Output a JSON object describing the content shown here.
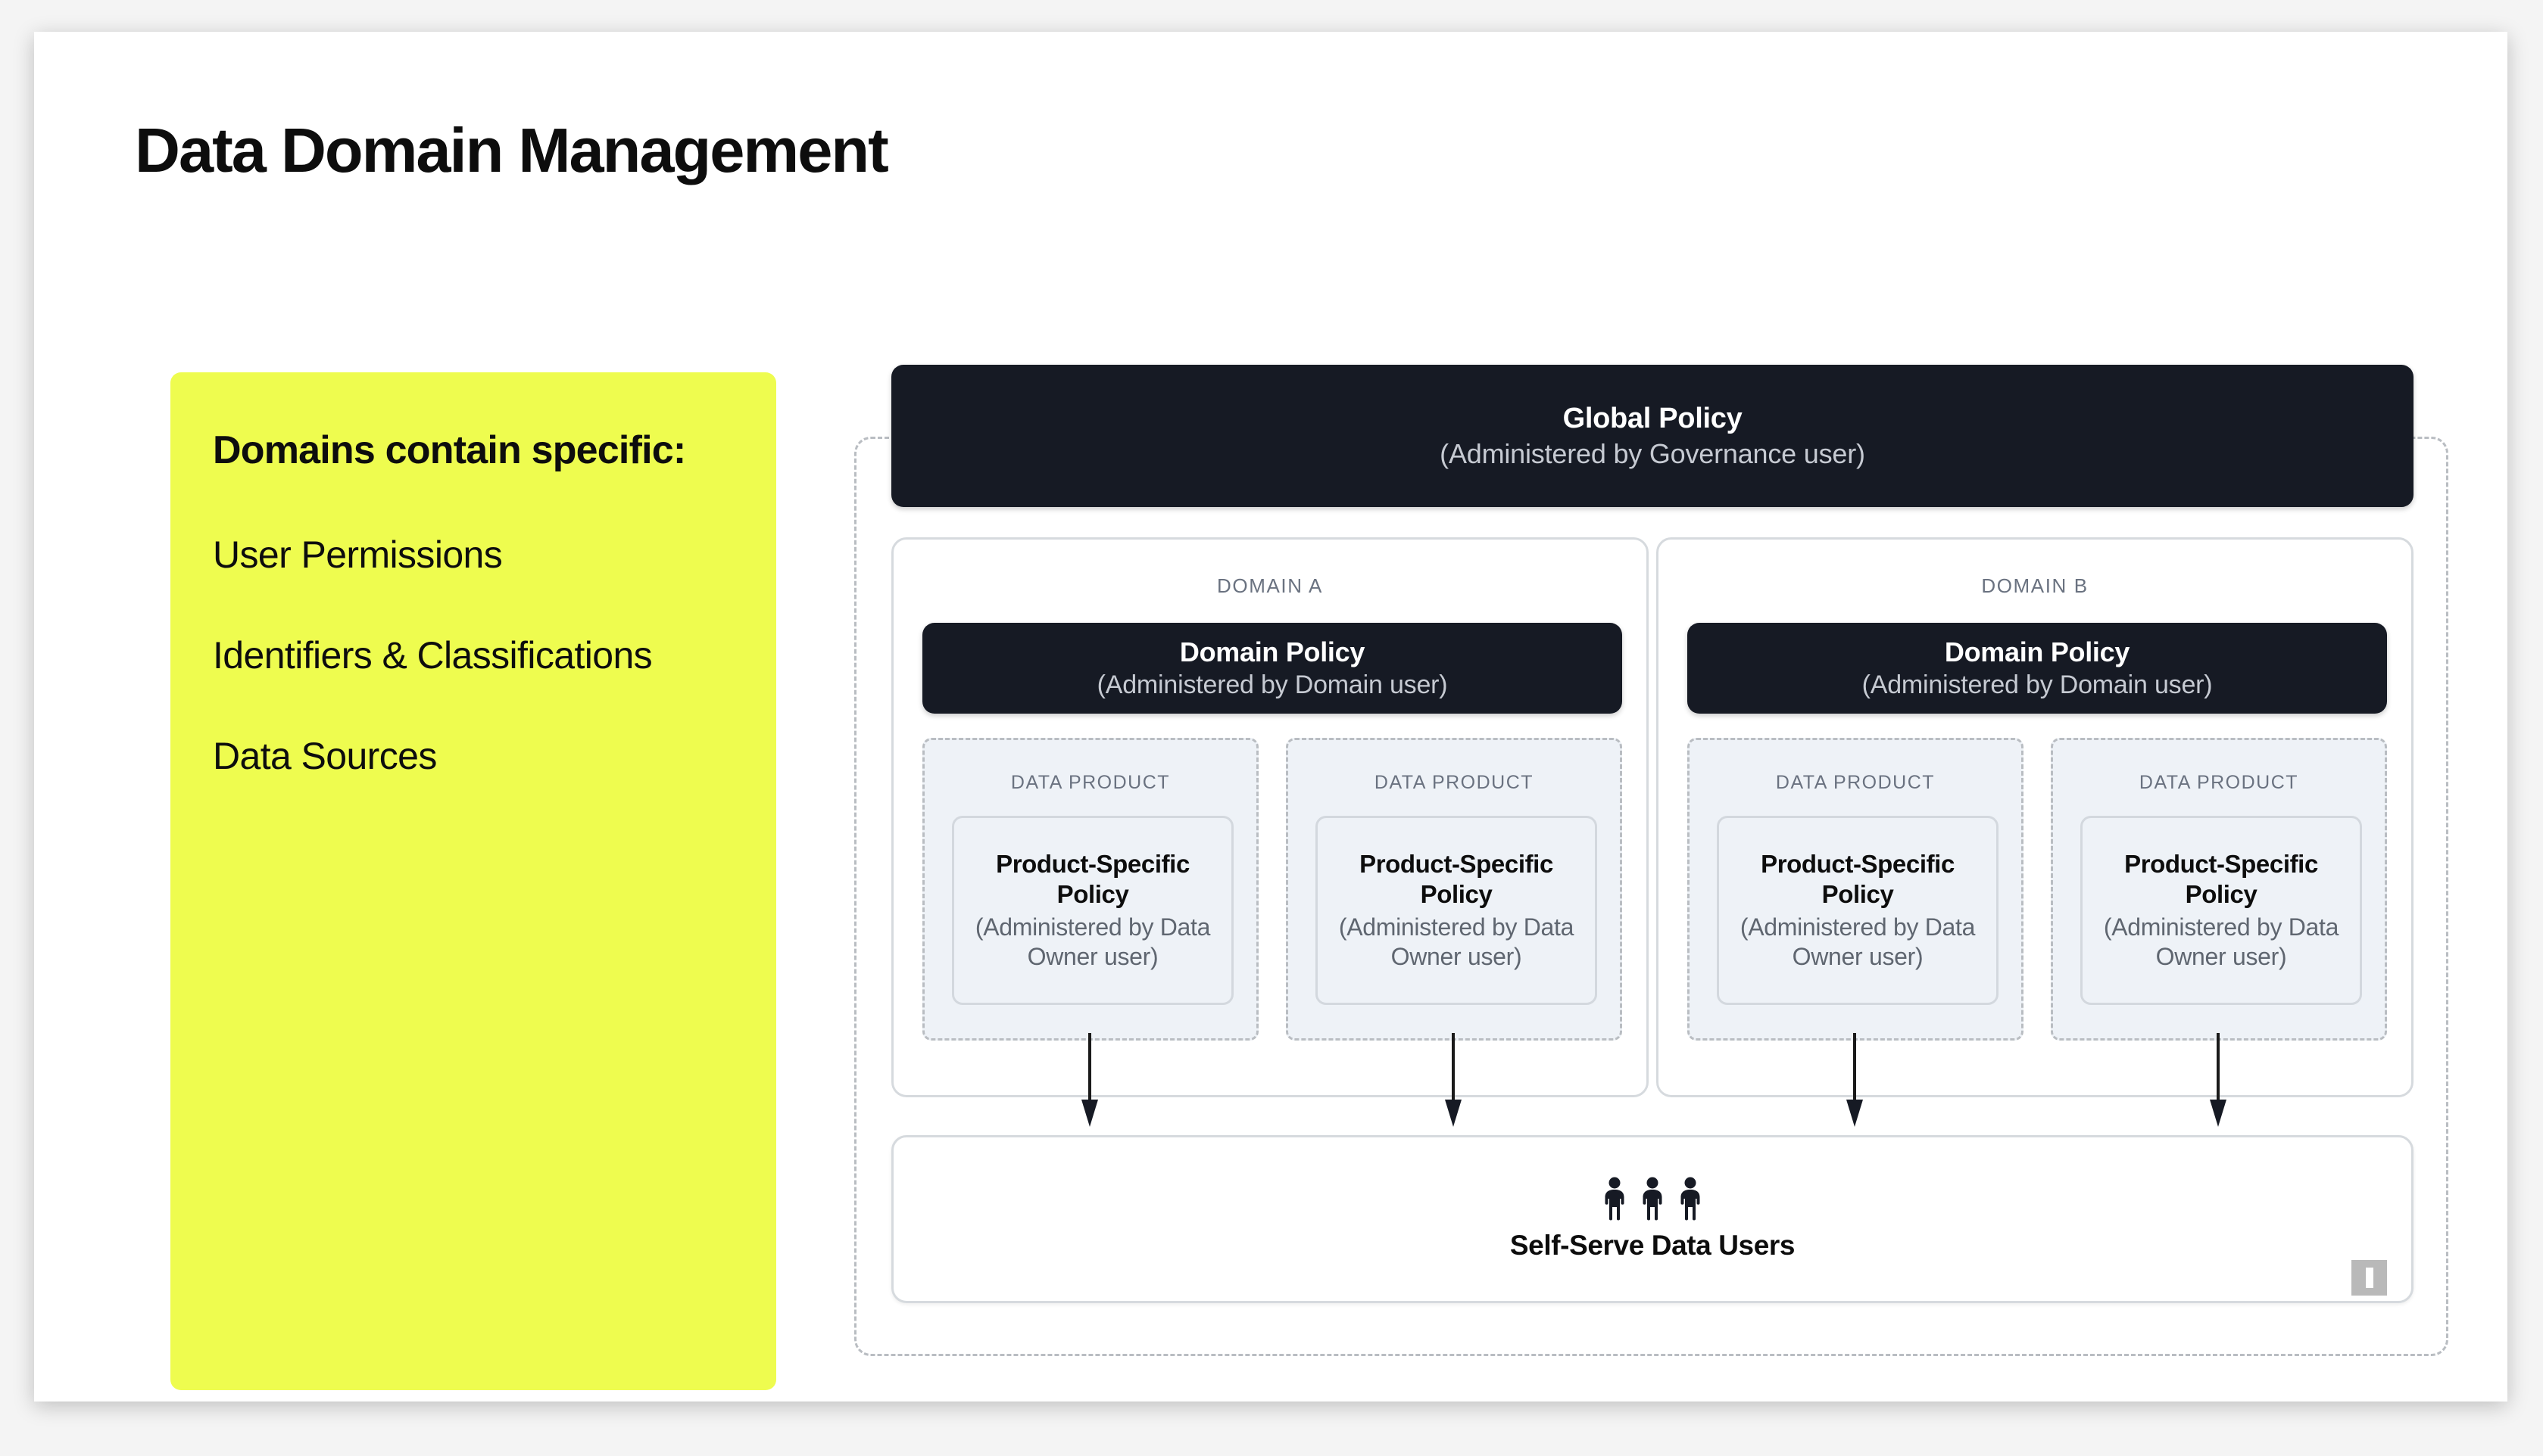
{
  "slide": {
    "title": "Data Domain Management"
  },
  "sidebar": {
    "heading": "Domains contain specific:",
    "items": [
      "User Permissions",
      "Identifiers & Classifications",
      "Data Sources"
    ],
    "background_color": "#eefc4f"
  },
  "diagram": {
    "global_policy": {
      "title": "Global Policy",
      "subtitle": "(Administered by Governance user)",
      "background_color": "#161a24"
    },
    "domains": [
      {
        "label": "DOMAIN A",
        "policy": {
          "title": "Domain Policy",
          "subtitle": "(Administered by Domain user)"
        },
        "products": [
          {
            "label": "DATA PRODUCT",
            "title": "Product-Specific Policy",
            "subtitle": "(Administered by Data Owner user)"
          },
          {
            "label": "DATA PRODUCT",
            "title": "Product-Specific Policy",
            "subtitle": "(Administered by Data Owner user)"
          }
        ]
      },
      {
        "label": "DOMAIN B",
        "policy": {
          "title": "Domain Policy",
          "subtitle": "(Administered by Domain user)"
        },
        "products": [
          {
            "label": "DATA PRODUCT",
            "title": "Product-Specific Policy",
            "subtitle": "(Administered by Data Owner user)"
          },
          {
            "label": "DATA PRODUCT",
            "title": "Product-Specific Policy",
            "subtitle": "(Administered by Data Owner user)"
          }
        ]
      }
    ],
    "consumers": {
      "label": "Self-Serve Data Users",
      "icon": "people-group-icon",
      "person_count": 3
    },
    "corner_handle": "resize-handle-icon"
  }
}
